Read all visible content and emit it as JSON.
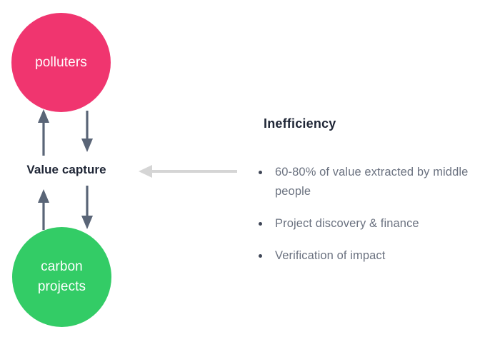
{
  "diagram": {
    "title_implicit": "Value capture flow",
    "nodes": [
      {
        "id": "polluters",
        "label": "polluters",
        "color": "#f0356f",
        "text_color": "#ffffff"
      },
      {
        "id": "carbon-projects",
        "label": "carbon\nprojects",
        "color": "#33cc66",
        "text_color": "#ffffff"
      }
    ],
    "center_label": "Value capture",
    "center_label_color": "#1f2636",
    "arrow_color": "#5a6577",
    "callout_arrow_color": "#d5d5d5",
    "arrows": [
      {
        "name": "carbon-to-polluters-upper",
        "direction": "up",
        "from": "value-capture",
        "to": "polluters"
      },
      {
        "name": "polluters-to-value-capture",
        "direction": "down",
        "from": "polluters",
        "to": "value-capture"
      },
      {
        "name": "carbon-to-value-capture",
        "direction": "up",
        "from": "carbon-projects",
        "to": "value-capture"
      },
      {
        "name": "value-capture-to-carbon",
        "direction": "down",
        "from": "value-capture",
        "to": "carbon-projects"
      },
      {
        "name": "inefficiency-callout",
        "direction": "left",
        "from": "inefficiency",
        "to": "value-capture"
      }
    ]
  },
  "callout": {
    "heading": "Inefficiency",
    "heading_color": "#1f2636",
    "text_color": "#6b7280",
    "bullets": [
      "60-80% of value extracted by middle people",
      "Project discovery & finance",
      "Verification of impact"
    ]
  }
}
